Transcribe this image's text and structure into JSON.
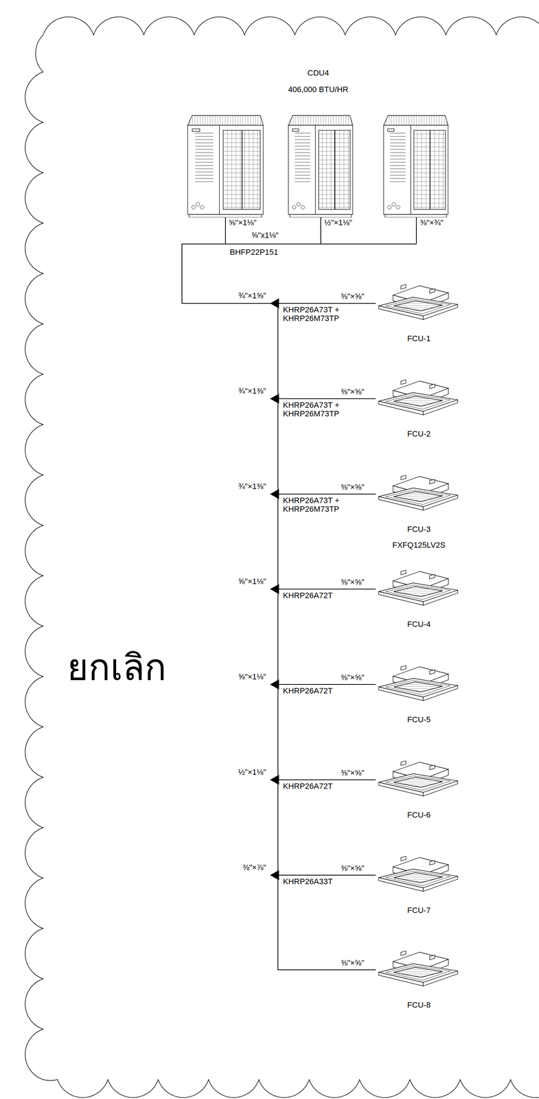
{
  "diagram": {
    "nodes": [
      {
        "text": [
          "CDU4",
          "406,000 BTU/HR"
        ]
      },
      {
        "text": [
          "FCU-1"
        ]
      },
      {
        "text": [
          "FCU-2"
        ]
      },
      {
        "text": [
          "FCU-3",
          "FXFQ125LV2S"
        ]
      },
      {
        "text": [
          "FCU-4"
        ]
      },
      {
        "text": [
          "FCU-5"
        ]
      },
      {
        "text": [
          "FCU-6"
        ]
      },
      {
        "text": [
          "FCU-7"
        ]
      },
      {
        "text": [
          "FCU-8"
        ]
      }
    ],
    "edges": [
      {
        "from": 0,
        "to": 1,
        "arrow": "none",
        "label": "⅜\"×⅝\""
      },
      {
        "from": 0,
        "to": 2,
        "arrow": "none",
        "label": "⅜\"×⅝\""
      },
      {
        "from": 0,
        "to": 3,
        "arrow": "none",
        "label": "⅜\"×⅝\""
      },
      {
        "from": 0,
        "to": 4,
        "arrow": "none",
        "label": "⅜\"×⅝\""
      },
      {
        "from": 0,
        "to": 5,
        "arrow": "none",
        "label": "⅜\"×⅝\""
      },
      {
        "from": 0,
        "to": 6,
        "arrow": "none",
        "label": "⅜\"×⅝\""
      },
      {
        "from": 0,
        "to": 7,
        "arrow": "none",
        "label": "⅜\"×⅝\""
      },
      {
        "from": 0,
        "to": 8,
        "arrow": "none",
        "label": "⅜\"×⅝\""
      }
    ],
    "labels": [
      "⅝\"×1⅛\"",
      "⅝\"x1⅛\"",
      "½\"×1⅛\"",
      "⅜\"×¾\"",
      "BHFP22P151",
      "¾\"×1⅝\"",
      "KHRP26A73T + KHRP26M73TP",
      "¾\"×1⅜\"",
      "KHRP26A73T + KHRP26M73TP",
      "¾\"×1⅜\"",
      "KHRP26A73T + KHRP26M73TP",
      "⅝\"×1⅛\"",
      "KHRP26A72T",
      "⅝\"×1⅛\"",
      "KHRP26A72T",
      "½\"×1⅛\"",
      "KHRP26A72T",
      "⅜\"×⅞\"",
      "KHRP26A33T",
      "ยกเลิก"
    ]
  }
}
